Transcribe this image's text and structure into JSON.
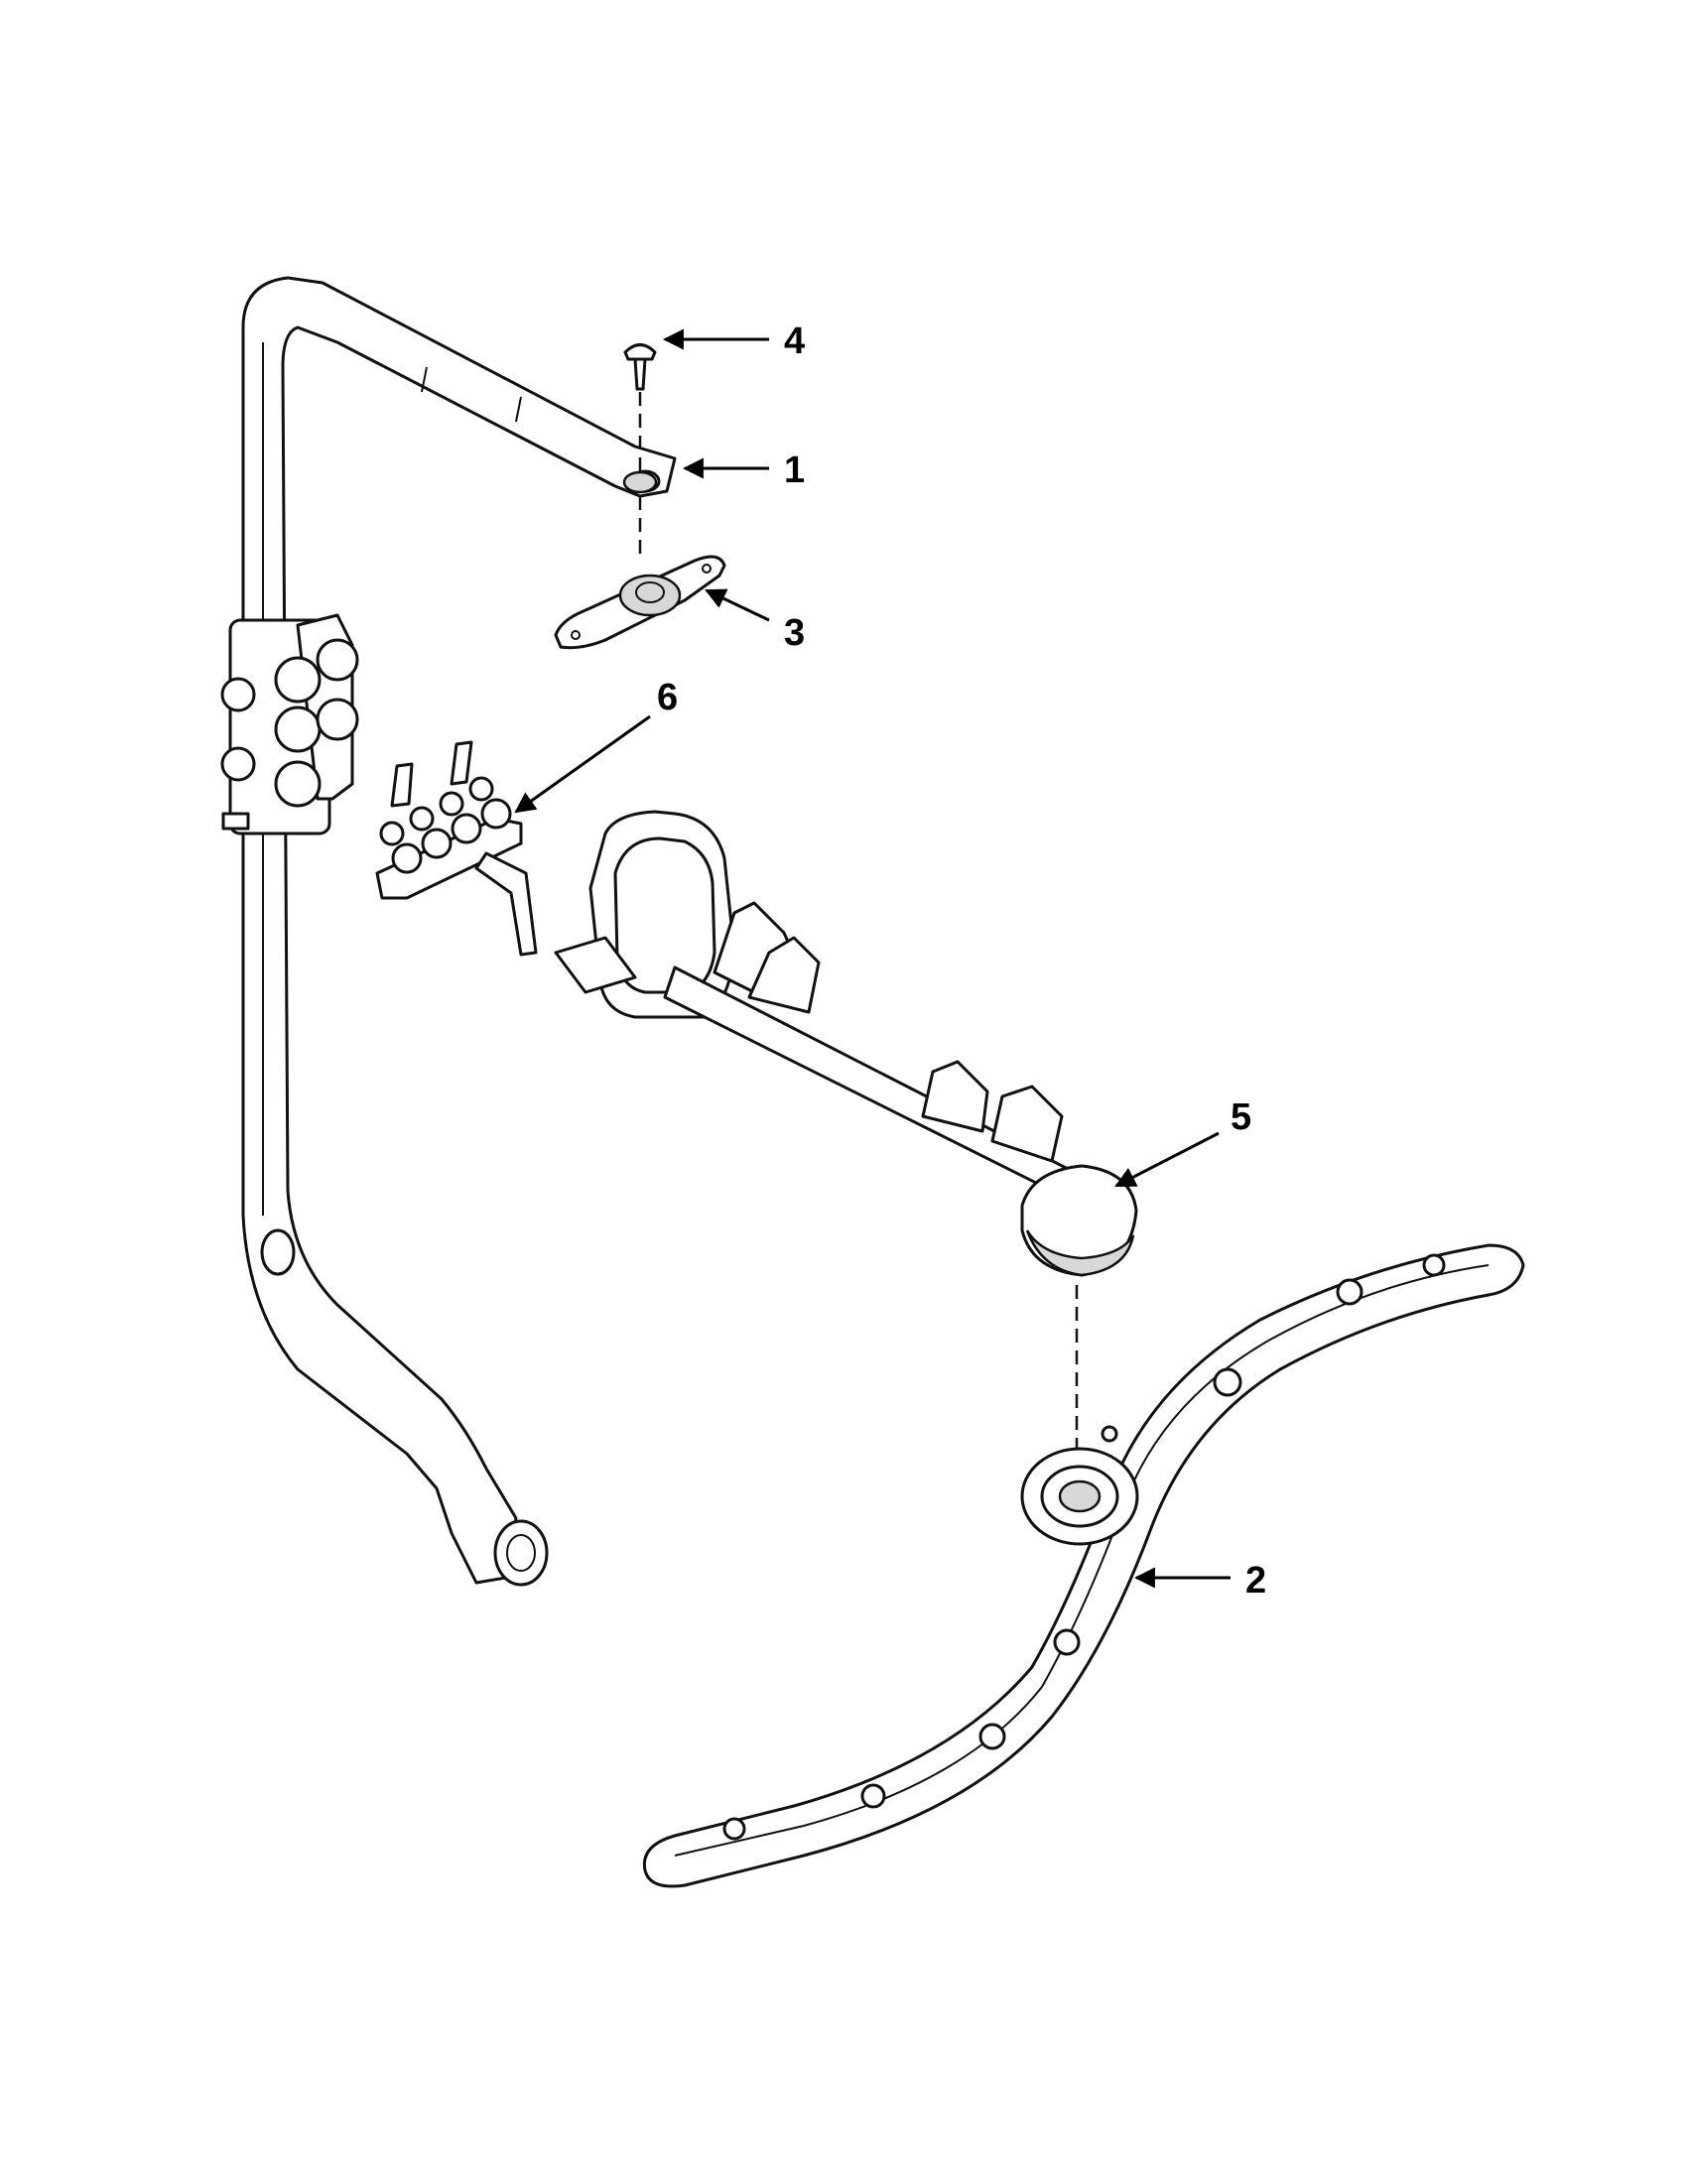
{
  "callouts": [
    {
      "id": "callout-1",
      "label": "1"
    },
    {
      "id": "callout-2",
      "label": "2"
    },
    {
      "id": "callout-3",
      "label": "3"
    },
    {
      "id": "callout-4",
      "label": "4"
    },
    {
      "id": "callout-5",
      "label": "5"
    },
    {
      "id": "callout-6",
      "label": "6"
    }
  ],
  "colors": {
    "line": "#111111",
    "background": "#ffffff",
    "shade": "#d8d8d8"
  }
}
